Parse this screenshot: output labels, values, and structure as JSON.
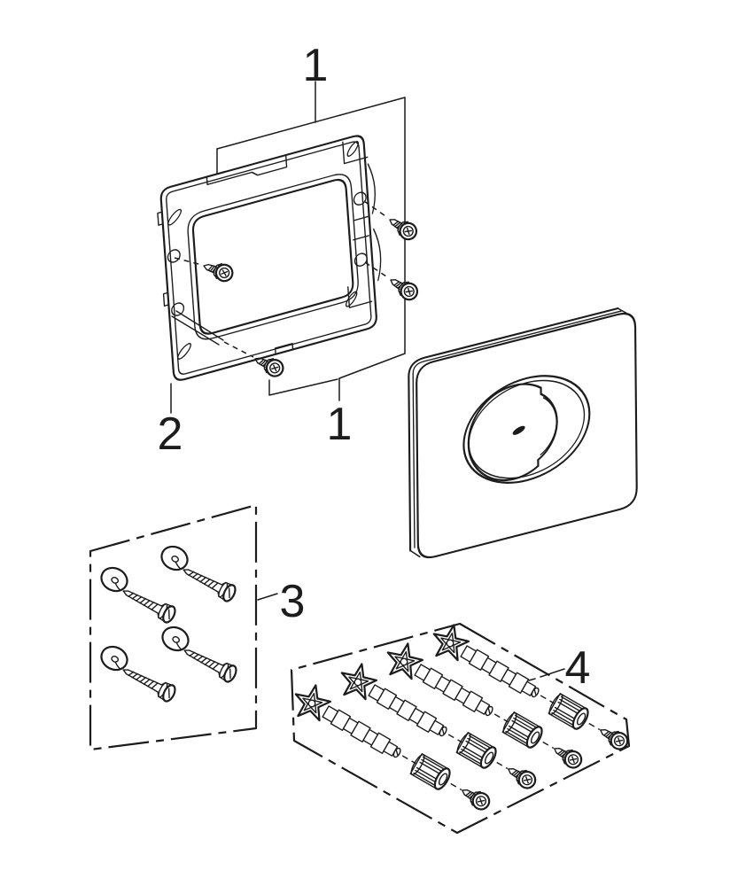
{
  "diagram": {
    "background_color": "#ffffff",
    "line_color": "#1c1c1c",
    "callouts": [
      {
        "id": "part-1-top",
        "label": "1"
      },
      {
        "id": "part-1-bottom",
        "label": "1"
      },
      {
        "id": "part-2",
        "label": "2"
      },
      {
        "id": "part-3",
        "label": "3"
      },
      {
        "id": "part-4",
        "label": "4"
      }
    ]
  }
}
